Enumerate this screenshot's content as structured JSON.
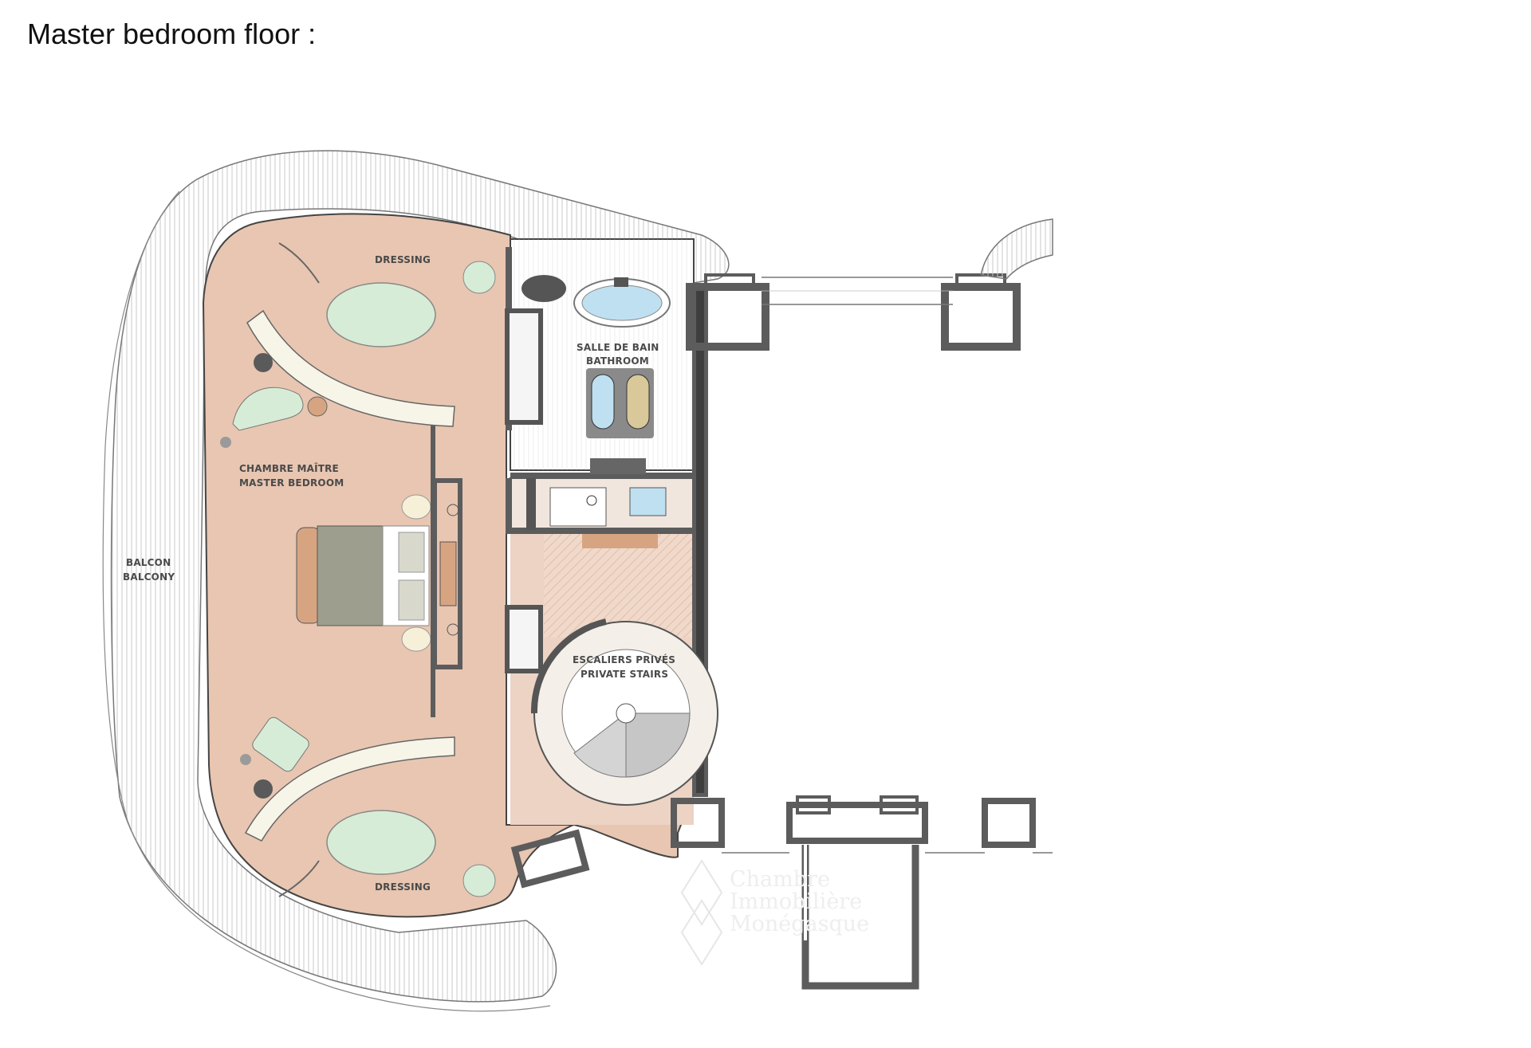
{
  "page": {
    "title": "Master bedroom floor :"
  },
  "plan": {
    "rooms": {
      "dressing_top": "DRESSING",
      "bathroom_fr": "SALLE DE BAIN",
      "bathroom_en": "BATHROOM",
      "master_fr": "CHAMBRE MAÎTRE",
      "master_en": "MASTER BEDROOM",
      "balcony_fr": "BALCON",
      "balcony_en": "BALCONY",
      "stairs_fr": "ESCALIERS PRIVÉS",
      "stairs_en": "PRIVATE STAIRS",
      "dressing_bottom": "DRESSING"
    },
    "watermark": [
      "Chambre",
      "Immobilière",
      "Monégasque"
    ],
    "colors": {
      "floor": "#e8c6b1",
      "wall": "#5c5c5c",
      "balcony_line": "#9a9a9a",
      "oval_rug": "#d6ecd6",
      "bath_water": "#bfe0f0",
      "wood": "#d7a482",
      "bed_blanket": "#9e9e8f"
    }
  }
}
